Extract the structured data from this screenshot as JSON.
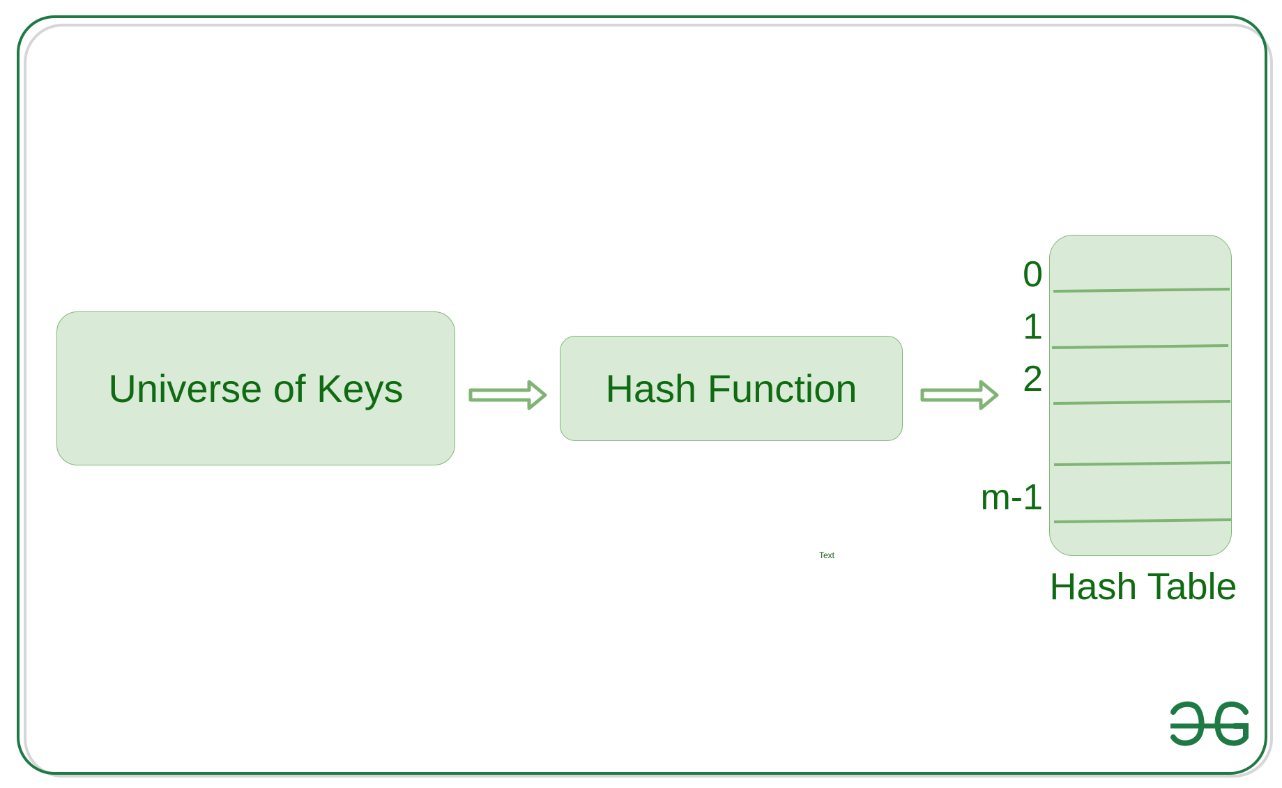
{
  "diagram": {
    "universe_label": "Universe of Keys",
    "hash_function_label": "Hash Function",
    "hash_table": {
      "caption": "Hash Table",
      "indices": [
        "0",
        "1",
        "2",
        "m-1"
      ]
    },
    "stray_text": "Text"
  },
  "logo": {
    "text": "GG",
    "icon": "geeksforgeeks-logo"
  },
  "colors": {
    "frame": "#1e7a45",
    "box_fill": "#d9ead6",
    "box_border": "#82b67a",
    "text": "#0f6b12",
    "arrow": "#7fb474"
  }
}
